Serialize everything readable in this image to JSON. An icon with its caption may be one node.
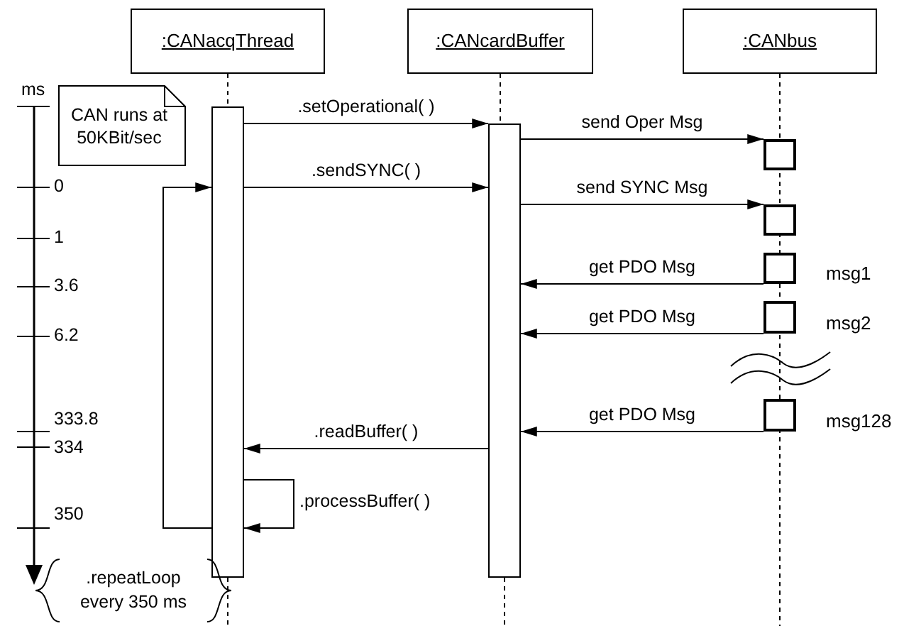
{
  "diagram": {
    "nodes": [
      {
        "text": [
          ":CANacqThread"
        ]
      },
      {
        "text": [
          ":CANcardBuffer"
        ]
      },
      {
        "text": [
          ":CANbus"
        ]
      },
      {
        "text": [],
        "shape": "bar"
      },
      {
        "text": [],
        "shape": "bar"
      },
      {
        "text": [],
        "shape": "box"
      },
      {
        "text": [],
        "shape": "box"
      },
      {
        "text": [],
        "shape": "box",
        "beside": [
          "msg1"
        ]
      },
      {
        "text": [],
        "shape": "box",
        "beside": [
          "msg2"
        ]
      },
      {
        "text": [],
        "shape": "box",
        "beside": [
          "msg128"
        ]
      },
      {
        "text": [
          "CAN runs at 50KBit/sec"
        ]
      },
      {
        "text": [
          ".repeatLoop every 350 ms"
        ]
      }
    ],
    "edges": [
      {
        "from": 3,
        "to": 4,
        "arrow": "to",
        "label": ".setOperational( )"
      },
      {
        "from": 3,
        "to": 4,
        "arrow": "to",
        "label": ".sendSYNC( )"
      },
      {
        "from": 4,
        "to": 5,
        "arrow": "to",
        "label": "send Oper Msg"
      },
      {
        "from": 4,
        "to": 6,
        "arrow": "to",
        "label": "send SYNC Msg"
      },
      {
        "from": 7,
        "to": 4,
        "arrow": "to",
        "label": "get PDO Msg"
      },
      {
        "from": 8,
        "to": 4,
        "arrow": "to",
        "label": "get PDO Msg"
      },
      {
        "from": 9,
        "to": 4,
        "arrow": "to",
        "label": "get PDO Msg"
      },
      {
        "from": 4,
        "to": 3,
        "arrow": "to",
        "label": ".readBuffer( )"
      },
      {
        "from": 3,
        "to": 3,
        "arrow": "to",
        "label": ".processBuffer( )"
      },
      {
        "from": 3,
        "to": 3,
        "arrow": "to"
      },
      {
        "from": 0,
        "to": 3,
        "arrow": "none",
        "style": "dashed"
      },
      {
        "from": 1,
        "to": 4,
        "arrow": "none",
        "style": "dashed"
      },
      {
        "from": 2,
        "to": 5,
        "arrow": "none",
        "style": "dashed"
      }
    ],
    "labels": [
      "ms",
      "0",
      "1",
      "3.6",
      "6.2",
      "333.8",
      "334",
      "350"
    ]
  }
}
